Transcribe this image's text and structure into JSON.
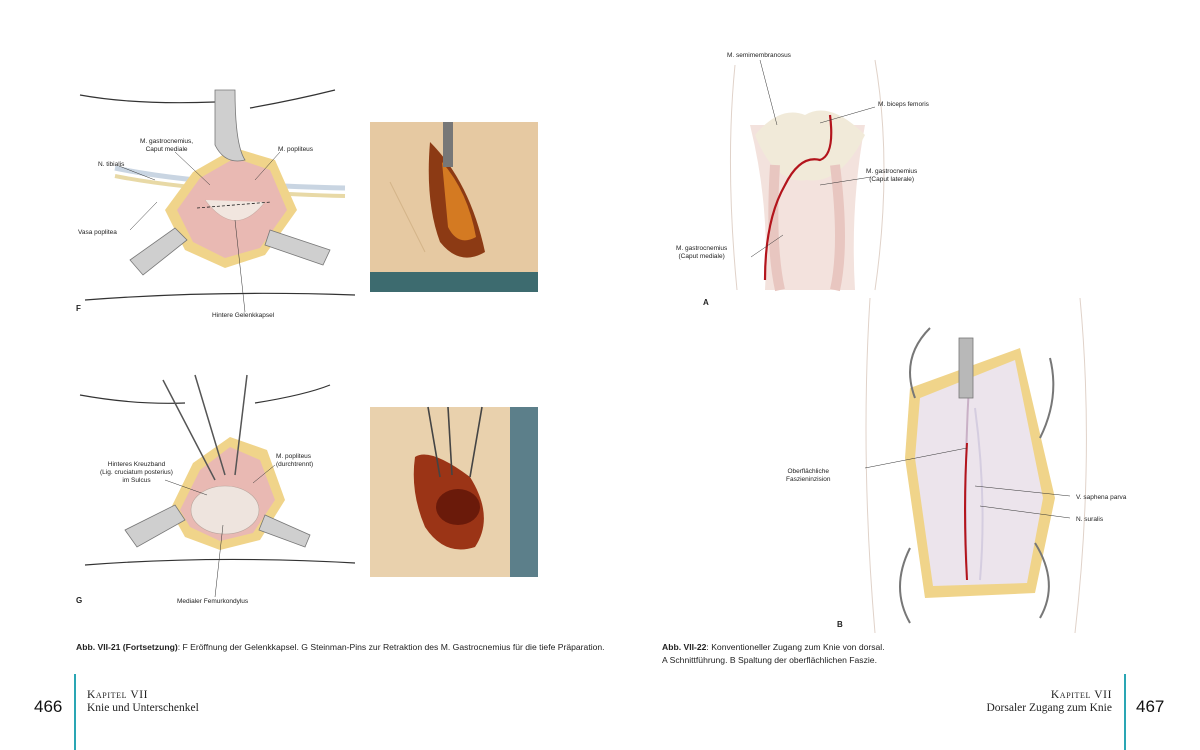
{
  "left_page": {
    "figure_F": {
      "letter": "F",
      "labels": {
        "gastro_medial": "M. gastrocnemius,\nCaput mediale",
        "popliteus": "M. popliteus",
        "tibialis": "N. tibialis",
        "vasa": "Vasa poplitea",
        "capsule": "Hintere Gelenkkapsel"
      }
    },
    "figure_G": {
      "letter": "G",
      "labels": {
        "kreuzband": "Hinteres Kreuzband\n(Lig. cruciatum posterius)\nim Sulcus",
        "popliteus": "M. popliteus\n(durchtrennt)",
        "condyle": "Medialer Femurkondylus"
      }
    },
    "caption_bold": "Abb. VII-21 (Fortsetzung)",
    "caption_text": ": F Eröffnung der Gelenkkapsel. G Steinman-Pins zur Retraktion des M. Gastrocnemius für die tiefe Präparation.",
    "page_number": "466",
    "chapter": "Kapitel VII",
    "chapter_title": "Knie und Unterschenkel"
  },
  "right_page": {
    "figure_A": {
      "letter": "A",
      "labels": {
        "semimembranosus": "M. semimembranosus",
        "biceps": "M. biceps femoris",
        "gastro_lat": "M. gastrocnemius\n(Caput laterale)",
        "gastro_med": "M. gastrocnemius\n(Caput mediale)"
      }
    },
    "figure_B": {
      "letter": "B",
      "labels": {
        "incision": "Oberflächliche\nFaszieninzision",
        "saphena": "V. saphena parva",
        "suralis": "N. suralis"
      }
    },
    "caption_bold": "Abb. VII-22",
    "caption_text": ": Konventioneller Zugang zum Knie von dorsal.",
    "caption_line2": "A Schnittführung. B Spaltung der oberflächlichen Faszie.",
    "page_number": "467",
    "chapter": "Kapitel VII",
    "chapter_title": "Dorsaler Zugang zum Knie"
  },
  "colors": {
    "accent_rule": "#2aa6b4",
    "incision": "#b3141c",
    "tissue": "#e9b9b3",
    "fat": "#f0d48a",
    "photo_skin": "#e6c9a2"
  }
}
